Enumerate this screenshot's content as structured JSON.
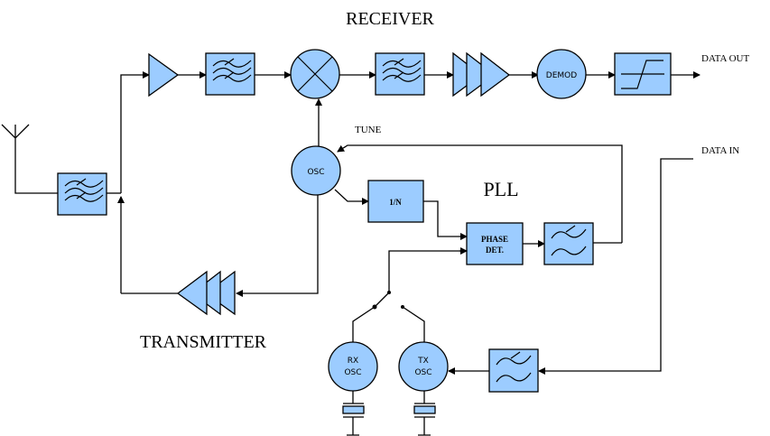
{
  "labels": {
    "receiver": "RECEIVER",
    "transmitter": "TRANSMITTER",
    "pll": "PLL",
    "tune": "TUNE",
    "data_out": "DATA OUT",
    "data_in": "DATA IN"
  },
  "blocks": {
    "osc": "OSC",
    "demod": "DEMOD",
    "divider": "1/N",
    "phase_det_line1": "PHASE",
    "phase_det_line2": "DET.",
    "rx_osc_line1": "RX",
    "rx_osc_line2": "OSC",
    "tx_osc_line1": "TX",
    "tx_osc_line2": "OSC"
  },
  "colors": {
    "block_fill": "#9cccff",
    "line": "#000000"
  }
}
